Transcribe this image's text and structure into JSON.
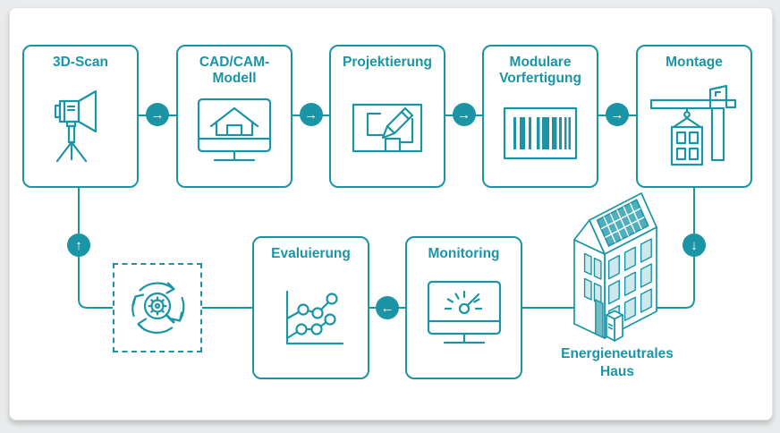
{
  "colors": {
    "accent": "#1b95a5",
    "solar_fill": "#4fb0bd",
    "panel_light": "#cfe8ec",
    "door_fill": "#6fbdc8",
    "page_bg": "#e9ebec",
    "card_bg": "#ffffff"
  },
  "nodes": {
    "scan": {
      "title": "3D-Scan",
      "icon": "scanner-tripod-icon"
    },
    "cad": {
      "title_line1": "CAD/CAM-",
      "title_line2": "Modell",
      "icon": "monitor-house-icon"
    },
    "projektierung": {
      "title": "Projektierung",
      "icon": "floorplan-pencil-icon"
    },
    "vorfertigung": {
      "title_line1": "Modulare",
      "title_line2": "Vorfertigung",
      "icon": "barcode-icon"
    },
    "montage": {
      "title": "Montage",
      "icon": "crane-icon"
    },
    "evaluierung": {
      "title": "Evaluierung",
      "icon": "line-chart-icon"
    },
    "monitoring": {
      "title": "Monitoring",
      "icon": "gauge-monitor-icon"
    },
    "loop": {
      "icon": "cycle-gear-search-icon"
    },
    "house": {
      "label_line1": "Energieneutrales",
      "label_line2": "Haus",
      "icon": "energy-neutral-house-icon"
    }
  },
  "arrows": {
    "right": "→",
    "down": "↓",
    "left": "←",
    "up": "↑"
  }
}
